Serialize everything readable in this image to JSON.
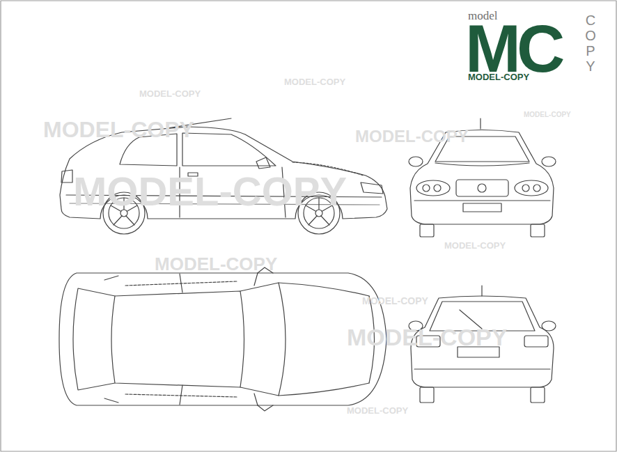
{
  "diagram": {
    "labels": [
      "model",
      "MC",
      "COPY",
      "MODEL-COPY",
      "MODEL-COPY",
      "MODEL-COPY",
      "MODEL-COPY",
      "MODEL-COPY",
      "MODEL-COPY",
      "MODEL-COPY",
      "MODEL-COPY",
      "MODEL-COPY",
      "MODEL-COPY",
      "MODEL-COPY",
      "MODEL-COPY"
    ]
  }
}
